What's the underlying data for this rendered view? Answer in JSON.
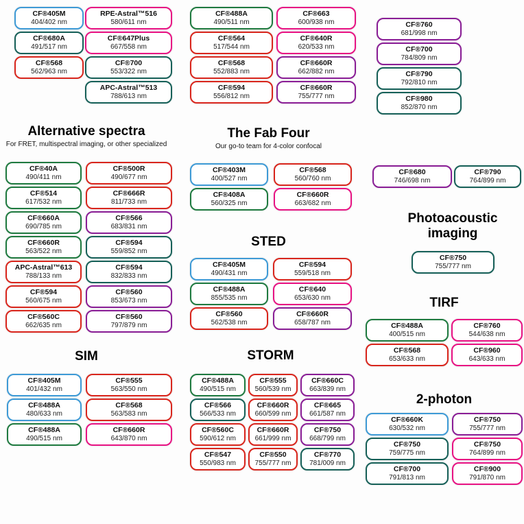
{
  "colors": {
    "blue": "#3d9ad6",
    "green": "#1e7a3f",
    "teal": "#166058",
    "red": "#d9251c",
    "pink": "#e81283",
    "purple": "#8a1d96"
  },
  "headers": {
    "alt": {
      "title": "Alternative spectra",
      "subtitle": "For FRET, multispectral imaging, or other specialized"
    },
    "fab": {
      "title": "The Fab Four",
      "subtitle": "Our go-to team for 4-color confocal"
    },
    "sted": {
      "title": "STED"
    },
    "photoacoustic": {
      "title": "Photoacoustic imaging"
    },
    "tirf": {
      "title": "TIRF"
    },
    "sim": {
      "title": "SIM"
    },
    "storm": {
      "title": "STORM"
    },
    "twophoton": {
      "title": "2-photon"
    }
  },
  "columns": {
    "top1": {
      "pills": [
        {
          "name": "CF®405M",
          "value": "404/402 nm",
          "color": "blue"
        },
        {
          "name": "CF®680A",
          "value": "491/517 nm",
          "color": "teal"
        },
        {
          "name": "CF®568",
          "value": "562/963 nm",
          "color": "red"
        }
      ]
    },
    "top2": {
      "pills": [
        {
          "name": "RPE-Astral™516",
          "value": "580/611 nm",
          "color": "pink"
        },
        {
          "name": "CF®647Plus",
          "value": "667/558 nm",
          "color": "pink"
        },
        {
          "name": "CF®700",
          "value": "553/322 nm",
          "color": "teal"
        },
        {
          "name": "APC-Astral™513",
          "value": "788/613 nm",
          "color": "teal"
        }
      ]
    },
    "top3": {
      "pills": [
        {
          "name": "CF®488A",
          "value": "490/511 nm",
          "color": "green"
        },
        {
          "name": "CF®564",
          "value": "517/544 nm",
          "color": "red"
        },
        {
          "name": "CF®568",
          "value": "552/883 nm",
          "color": "red"
        },
        {
          "name": "CF®594",
          "value": "556/812 nm",
          "color": "red"
        }
      ]
    },
    "top4": {
      "pills": [
        {
          "name": "CF®663",
          "value": "600/938 nm",
          "color": "pink"
        },
        {
          "name": "CF®640R",
          "value": "620/533 nm",
          "color": "pink"
        },
        {
          "name": "CF®660R",
          "value": "662/882 nm",
          "color": "purple"
        },
        {
          "name": "CF®660R",
          "value": "755/777 nm",
          "color": "purple"
        }
      ]
    },
    "top5": {
      "pills": [
        {
          "name": "CF®760",
          "value": "681/998 nm",
          "color": "purple"
        },
        {
          "name": "CF®700",
          "value": "784/809 nm",
          "color": "purple"
        },
        {
          "name": "CF®790",
          "value": "792/810 nm",
          "color": "teal"
        },
        {
          "name": "CF®980",
          "value": "852/870 nm",
          "color": "teal"
        }
      ]
    },
    "alt1": {
      "pills": [
        {
          "name": "CF®40A",
          "value": "490/411 nm",
          "color": "green"
        },
        {
          "name": "CF®514",
          "value": "617/532 nm",
          "color": "green"
        },
        {
          "name": "CF®660A",
          "value": "690/785 nm",
          "color": "green"
        },
        {
          "name": "CF®660R",
          "value": "563/522 nm",
          "color": "green"
        },
        {
          "name": "APC-Astral™613",
          "value": "788/133 nm",
          "color": "red"
        },
        {
          "name": "CF®594",
          "value": "560/675 nm",
          "color": "red"
        },
        {
          "name": "CF®560C",
          "value": "662/635 nm",
          "color": "red"
        }
      ]
    },
    "alt2": {
      "pills": [
        {
          "name": "CF®500R",
          "value": "490/677 nm",
          "color": "red"
        },
        {
          "name": "CF®666R",
          "value": "811/733 nm",
          "color": "red"
        },
        {
          "name": "CF®566",
          "value": "683/831 nm",
          "color": "purple"
        },
        {
          "name": "CF®594",
          "value": "559/852 nm",
          "color": "teal"
        },
        {
          "name": "CF®594",
          "value": "832/833 nm",
          "color": "teal"
        },
        {
          "name": "CF®560",
          "value": "853/673 nm",
          "color": "purple"
        },
        {
          "name": "CF®560",
          "value": "797/879 nm",
          "color": "purple"
        }
      ]
    },
    "fab1": {
      "pills": [
        {
          "name": "CF®403M",
          "value": "400/527 nm",
          "color": "blue"
        },
        {
          "name": "CF®408A",
          "value": "560/325 nm",
          "color": "green"
        }
      ]
    },
    "fab2": {
      "pills": [
        {
          "name": "CF®568",
          "value": "560/760 nm",
          "color": "red"
        },
        {
          "name": "CF®660R",
          "value": "663/682 nm",
          "color": "pink"
        }
      ]
    },
    "sted1": {
      "pills": [
        {
          "name": "CF®405M",
          "value": "490/431 nm",
          "color": "blue"
        },
        {
          "name": "CF®488A",
          "value": "855/535 nm",
          "color": "green"
        },
        {
          "name": "CF®560",
          "value": "562/538 nm",
          "color": "red"
        }
      ]
    },
    "sted2": {
      "pills": [
        {
          "name": "CF®594",
          "value": "559/518 nm",
          "color": "red"
        },
        {
          "name": "CF®640",
          "value": "653/630 nm",
          "color": "pink"
        },
        {
          "name": "CF®660R",
          "value": "658/787 nm",
          "color": "purple"
        }
      ]
    },
    "pair1": {
      "pills": [
        {
          "name": "CF®680",
          "value": "746/698 nm",
          "color": "purple"
        }
      ]
    },
    "pair2": {
      "pills": [
        {
          "name": "CF®790",
          "value": "764/899 nm",
          "color": "teal"
        }
      ]
    },
    "photo1": {
      "pills": [
        {
          "name": "CF®750",
          "value": "755/777 nm",
          "color": "teal"
        }
      ]
    },
    "tirf1": {
      "pills": [
        {
          "name": "CF®488A",
          "value": "400/515 nm",
          "color": "green"
        },
        {
          "name": "CF®568",
          "value": "653/633 nm",
          "color": "red"
        }
      ]
    },
    "tirf2": {
      "pills": [
        {
          "name": "CF®760",
          "value": "544/638 nm",
          "color": "pink"
        },
        {
          "name": "CF®960",
          "value": "643/633 nm",
          "color": "pink"
        }
      ]
    },
    "sim1": {
      "pills": [
        {
          "name": "CF®405M",
          "value": "401/432 nm",
          "color": "blue"
        },
        {
          "name": "CF®488A",
          "value": "480/633 nm",
          "color": "blue"
        },
        {
          "name": "CF®488A",
          "value": "490/515 nm",
          "color": "green"
        }
      ]
    },
    "sim2": {
      "pills": [
        {
          "name": "CF®555",
          "value": "563/550 nm",
          "color": "red"
        },
        {
          "name": "CF®568",
          "value": "563/583 nm",
          "color": "red"
        },
        {
          "name": "CF®660R",
          "value": "643/870 nm",
          "color": "pink"
        }
      ]
    },
    "storm1": {
      "pills": [
        {
          "name": "CF®488A",
          "value": "490/515 nm",
          "color": "green"
        },
        {
          "name": "CF®566",
          "value": "566/533 nm",
          "color": "teal"
        },
        {
          "name": "CF®560C",
          "value": "590/612 nm",
          "color": "red"
        },
        {
          "name": "CF®547",
          "value": "550/983 nm",
          "color": "red"
        }
      ]
    },
    "storm2": {
      "pills": [
        {
          "name": "CF®555",
          "value": "560/539 nm",
          "color": "red"
        },
        {
          "name": "CF®660R",
          "value": "660/599 nm",
          "color": "red"
        },
        {
          "name": "CF®660R",
          "value": "661/999 nm",
          "color": "red"
        },
        {
          "name": "CF®550",
          "value": "755/777 nm",
          "color": "red"
        }
      ]
    },
    "storm3": {
      "pills": [
        {
          "name": "CF®660C",
          "value": "663/839 nm",
          "color": "purple"
        },
        {
          "name": "CF®665",
          "value": "661/587 nm",
          "color": "purple"
        },
        {
          "name": "CF®750",
          "value": "668/799 nm",
          "color": "purple"
        },
        {
          "name": "CF®770",
          "value": "781/009 nm",
          "color": "teal"
        }
      ]
    },
    "twop1": {
      "pills": [
        {
          "name": "CF®660K",
          "value": "630/532 nm",
          "color": "blue"
        },
        {
          "name": "CF®750",
          "value": "759/775 nm",
          "color": "teal"
        },
        {
          "name": "CF®700",
          "value": "791/813 nm",
          "color": "teal"
        }
      ]
    },
    "twop2": {
      "pills": [
        {
          "name": "CF®750",
          "value": "755/777 nm",
          "color": "purple"
        },
        {
          "name": "CF®750",
          "value": "764/899 nm",
          "color": "pink"
        },
        {
          "name": "CF®900",
          "value": "791/870 nm",
          "color": "pink"
        }
      ]
    }
  }
}
